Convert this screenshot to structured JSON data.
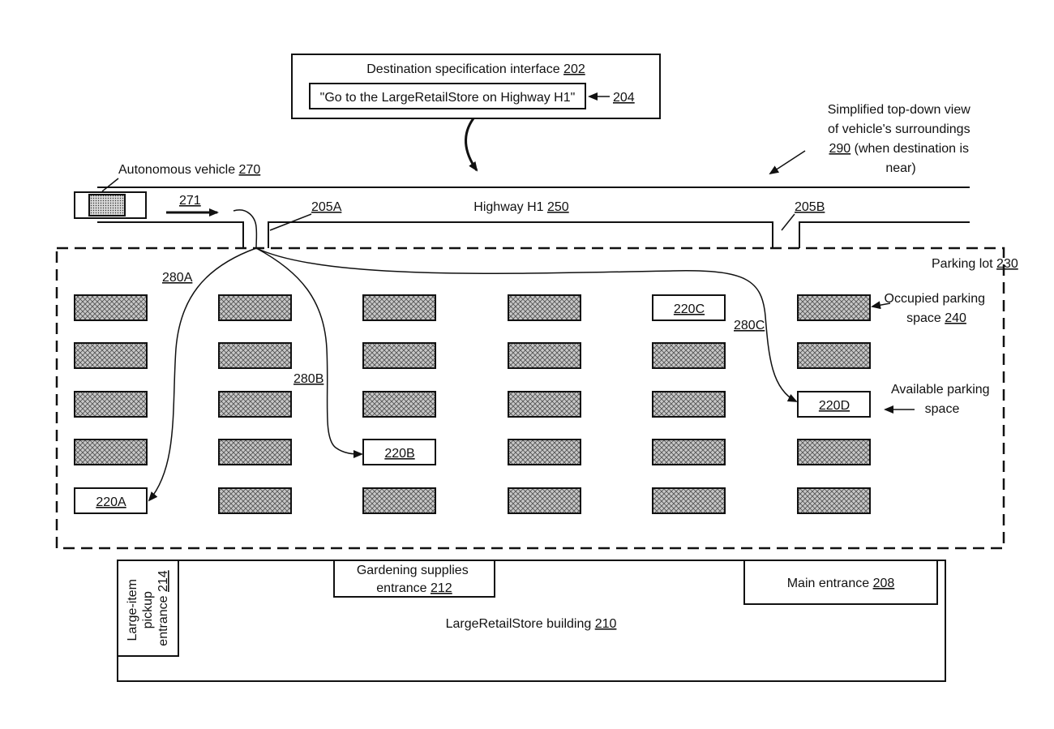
{
  "interface": {
    "title": "Destination specification interface",
    "title_ref": "202",
    "command": "\"Go to the LargeRetailStore on Highway H1\"",
    "command_ref": "204"
  },
  "view_note": {
    "line1": "Simplified top-down view",
    "line2": "of vehicle's surroundings",
    "ref": "290",
    "line3_rest": " (when destination is",
    "line4": "near)"
  },
  "vehicle": {
    "label": "Autonomous vehicle",
    "ref": "270",
    "direction_ref": "271"
  },
  "highway": {
    "label": "Highway H1",
    "ref": "250",
    "entrance_a": "205A",
    "entrance_b": "205B"
  },
  "parking_lot": {
    "label": "Parking lot",
    "ref": "230"
  },
  "occupied_note": {
    "line1": "Occupied parking",
    "line2": "space",
    "ref": "240"
  },
  "available_note": {
    "line1": "Available parking",
    "line2": "space"
  },
  "available_spaces": {
    "a": "220A",
    "b": "220B",
    "c": "220C",
    "d": "220D"
  },
  "paths": {
    "a": "280A",
    "b": "280B",
    "c": "280C"
  },
  "building": {
    "label": "LargeRetailStore building",
    "ref": "210",
    "gardening_line1": "Gardening supplies",
    "gardening_line2": "entrance",
    "gardening_ref": "212",
    "main_label": "Main entrance",
    "main_ref": "208",
    "pickup_line1": "Large-item",
    "pickup_line2": "pickup",
    "pickup_line3": "entrance",
    "pickup_ref": "214"
  },
  "colors": {
    "ink": "#111111",
    "occupied_fill": "#c8c8c8",
    "hatch": "#555555",
    "background": "#ffffff"
  }
}
